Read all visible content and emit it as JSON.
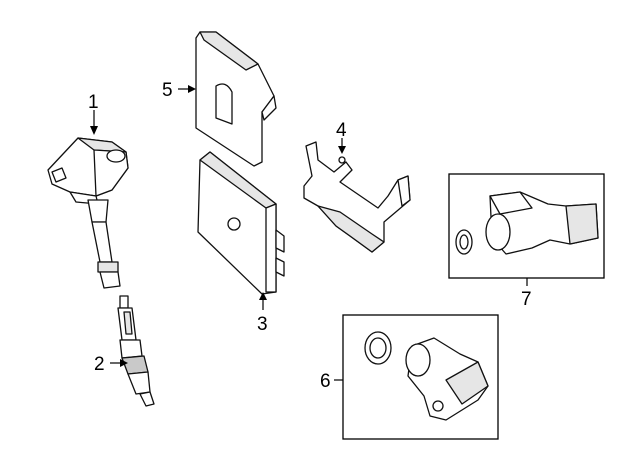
{
  "callouts": {
    "c1": "1",
    "c2": "2",
    "c3": "3",
    "c4": "4",
    "c5": "5",
    "c6": "6",
    "c7": "7"
  },
  "colors": {
    "line": "#111111",
    "fill": "#ffffff",
    "shade": "#e6e6e6"
  }
}
